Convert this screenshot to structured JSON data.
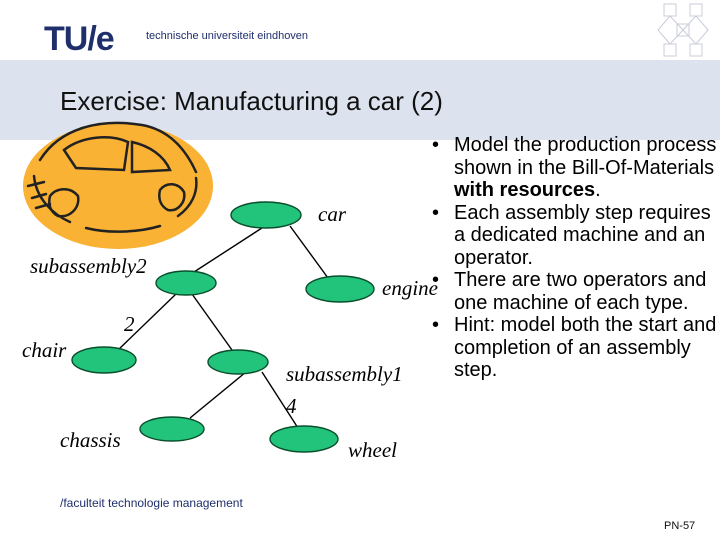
{
  "header": {
    "logo_text": "TU/e",
    "university": "technische universiteit eindhoven"
  },
  "title": "Exercise: Manufacturing a car (2)",
  "diagram": {
    "nodes": {
      "car": "car",
      "subassembly2": "subassembly2",
      "engine": "engine",
      "chair": "chair",
      "subassembly1": "subassembly1",
      "chassis": "chassis",
      "wheel": "wheel"
    },
    "edge_labels": {
      "chair_qty": "2",
      "wheel_qty": "4"
    },
    "colors": {
      "node_fill": "#22c37a",
      "node_stroke": "#0a4f2c",
      "car_illustration": "#f9b233"
    }
  },
  "bullets": [
    {
      "pre": "Model the production process shown in the Bill-Of-Materials ",
      "bold": "with resources",
      "post": "."
    },
    {
      "pre": "Each assembly step requires a dedicated machine and an operator.",
      "bold": "",
      "post": ""
    },
    {
      "pre": "There are two operators and one machine of each type.",
      "bold": "",
      "post": ""
    },
    {
      "pre": "Hint: model both the start and completion of an assembly step.",
      "bold": "",
      "post": ""
    }
  ],
  "bullet_symbol": "•",
  "footer": "/faculteit technologie management",
  "page_number": "PN-57"
}
